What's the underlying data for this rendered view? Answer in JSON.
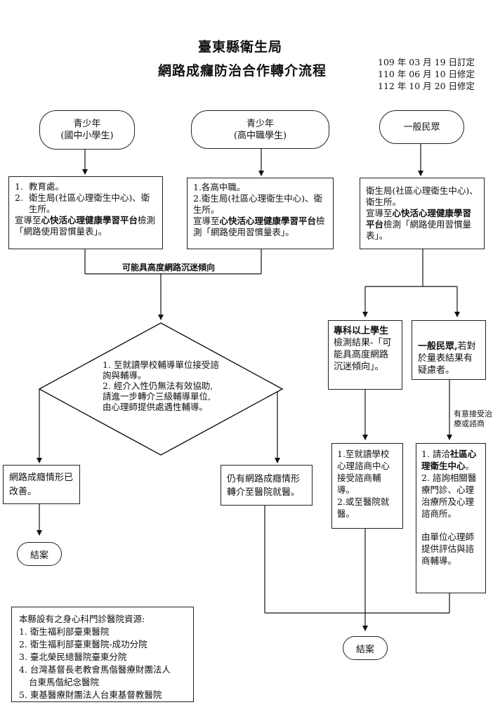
{
  "header": {
    "agency": "臺東縣衛生局",
    "title": "網路成癮防治合作轉介流程",
    "revisions": [
      "109 年 03 月 19 日訂定",
      "110 年 06 月 10 日修定",
      "112 年 10 月 20 日修定"
    ]
  },
  "starts": {
    "junior": {
      "line1": "青少年",
      "line2": "(國中小學生)"
    },
    "senior": {
      "line1": "青少年",
      "line2": "(高中職學生)"
    },
    "public": {
      "label": "一般民眾"
    }
  },
  "box_junior": {
    "item1_num": "1.",
    "item1": "教育處。",
    "item2_num": "2.",
    "item2": "衛生局(社區心理衛生中心)、衛生所。",
    "promo_pre": "宣導至",
    "promo_bold": "心快活心理健康學習平台",
    "promo_post": "檢測「網路使用習慣量表」。"
  },
  "box_senior": {
    "item1": "1.各高中職。",
    "item2": "2.衛生局(社區心理衛生中心)、衛生所。",
    "promo_pre": "宣導至",
    "promo_bold": "心快活心理健康學習平台",
    "promo_post": "檢測「網路使用習慣量表」。"
  },
  "box_public": {
    "text1": "衛生局(社區心理衛生中心)、衛生所。",
    "promo_pre": "宣導至",
    "promo_bold": "心快活心理健康學習平台",
    "promo_post": "檢測「網路使用習慣量表」。"
  },
  "merge_label": "可能具高度網路沉迷傾向",
  "diamond": {
    "item1": "1. 至就讀學校輔導單位接受諮詢與輔導。",
    "item2": "2. 經介入性仍無法有效協助,請進一步轉介三級輔導單位,由心理師提供處遇性輔導。"
  },
  "improved": "網路成癮情形已改善。",
  "referral": "仍有網路成癮情形轉介至醫院就醫。",
  "end_label_left": "結案",
  "end_label_bottom": "結案",
  "college": {
    "bold": "專科以上學生",
    "text": "檢測結果-「可能具高度網路沉迷傾向」。"
  },
  "general": {
    "bold": "一般民眾,",
    "text": "若對於量表結果有疑慮者。"
  },
  "side_note": {
    "line1": "有意接受治",
    "line2": "療或諮商"
  },
  "college_next": {
    "item1": "1.至就讀學校心理諮商中心接受諮商輔導。",
    "item2": "2.或至醫院就醫。"
  },
  "general_next": {
    "item1_pre": "1. 請洽",
    "item1_bold": "社區心理衛生中心",
    "item1_post": "。",
    "item2": "2. 諮詢相關醫療門診、心理治療所及心理諮商所。",
    "tail": "由單位心理師提供評估與諮商輔導。"
  },
  "resources": {
    "heading": "本縣設有之身心科門診醫院資源:",
    "items": [
      "1. 衛生福利部臺東醫院",
      "2. 衛生福利部臺東醫院-成功分院",
      "3. 臺北榮民總醫院臺東分院",
      "4. 台灣基督長老教會馬偕醫療財團法人",
      "台東馬偕紀念醫院",
      "5. 東基醫療財團法人台東基督教醫院"
    ]
  }
}
